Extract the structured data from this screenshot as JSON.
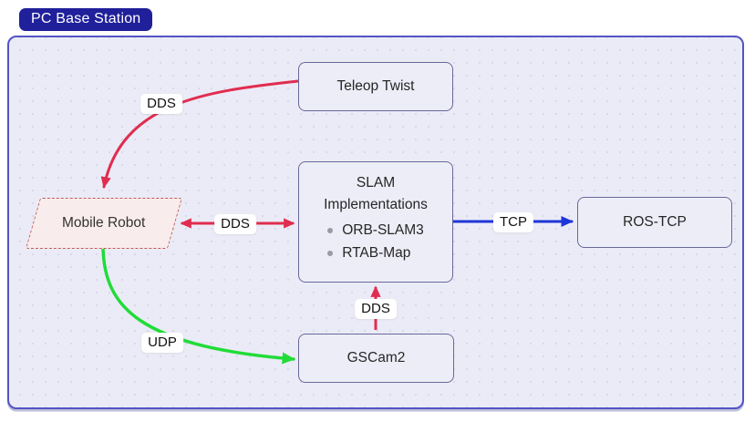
{
  "diagram": {
    "title": "PC Base Station",
    "nodes": {
      "teleop_twist": {
        "label": "Teleop Twist"
      },
      "mobile_robot": {
        "label": "Mobile Robot"
      },
      "slam": {
        "title": "SLAM Implementations",
        "items": [
          "ORB-SLAM3",
          "RTAB-Map"
        ]
      },
      "ros_tcp": {
        "label": "ROS-TCP"
      },
      "gscam2": {
        "label": "GSCam2"
      }
    },
    "edges": [
      {
        "from": "Teleop Twist",
        "to": "Mobile Robot",
        "label": "DDS",
        "direction": "one-way",
        "color": "#e02d4f"
      },
      {
        "from": "Mobile Robot",
        "to": "SLAM Implementations",
        "label": "DDS",
        "direction": "two-way",
        "color": "#e02d4f"
      },
      {
        "from": "SLAM Implementations",
        "to": "ROS-TCP",
        "label": "TCP",
        "direction": "one-way",
        "color": "#1d35d9"
      },
      {
        "from": "Mobile Robot",
        "to": "GSCam2",
        "label": "UDP",
        "direction": "one-way",
        "color": "#21dc38"
      },
      {
        "from": "GSCam2",
        "to": "SLAM Implementations",
        "label": "DDS",
        "direction": "one-way",
        "color": "#e02d4f"
      }
    ],
    "colors": {
      "dds_red": "#e02d4f",
      "udp_green": "#21dc38",
      "tcp_blue": "#1d35d9",
      "container_bg": "#ebebf7",
      "container_border": "#5353c4",
      "node_bg": "#ededf7",
      "node_border": "#68689a",
      "title_badge_bg": "#20209b",
      "mobile_robot_bg": "#f9ecec",
      "mobile_robot_border": "#c05c58"
    }
  }
}
